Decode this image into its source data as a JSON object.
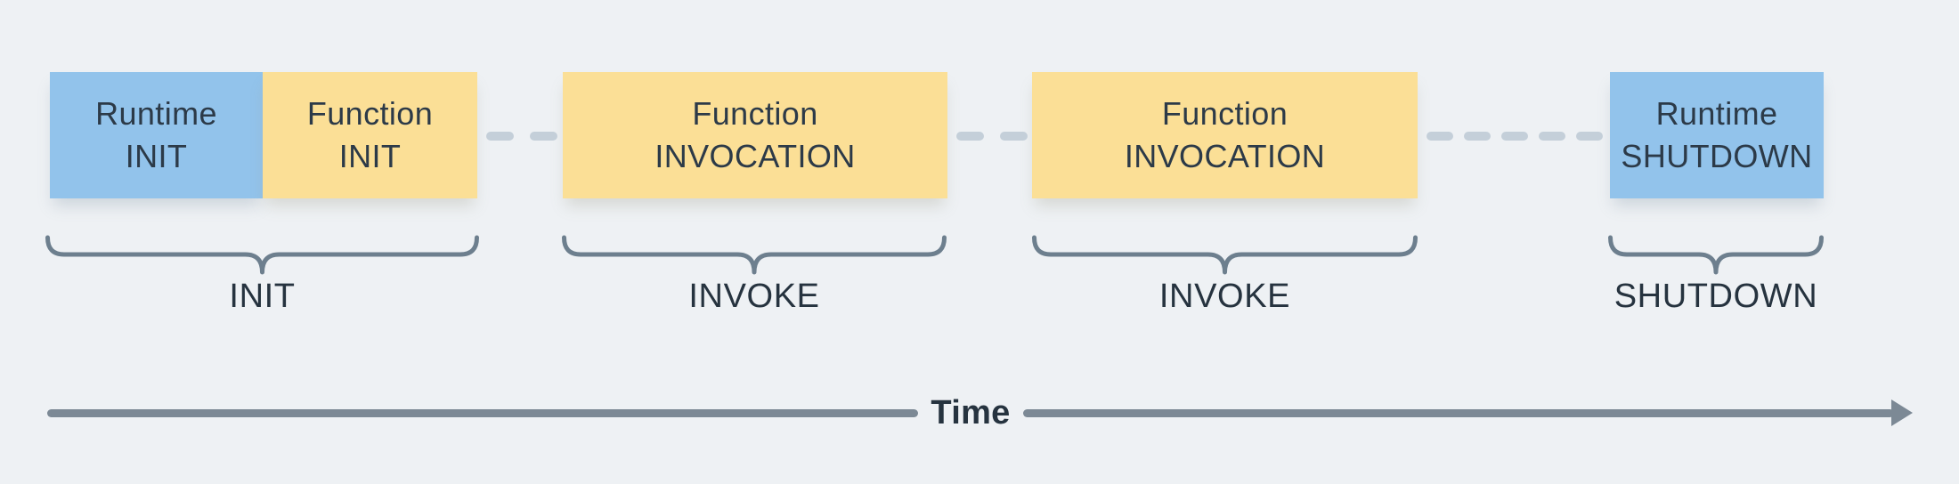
{
  "diagram": {
    "boxes": [
      {
        "name": "runtime-init",
        "line1": "Runtime",
        "line2": "INIT",
        "type": "runtime"
      },
      {
        "name": "function-init",
        "line1": "Function",
        "line2": "INIT",
        "type": "function"
      },
      {
        "name": "function-invocation-1",
        "line1": "Function",
        "line2": "INVOCATION",
        "type": "function"
      },
      {
        "name": "function-invocation-2",
        "line1": "Function",
        "line2": "INVOCATION",
        "type": "function"
      },
      {
        "name": "runtime-shutdown",
        "line1": "Runtime",
        "line2": "SHUTDOWN",
        "type": "runtime"
      }
    ],
    "phases": [
      {
        "label": "INIT"
      },
      {
        "label": "INVOKE"
      },
      {
        "label": "INVOKE"
      },
      {
        "label": "SHUTDOWN"
      }
    ],
    "timeline": {
      "label": "Time"
    },
    "colors": {
      "background": "#eef1f4",
      "runtime_box": "#92c3eb",
      "function_box": "#fbdf96",
      "box_text": "#2c3a48",
      "brace": "#6d7f8e",
      "dash": "#c4cfd9",
      "axis": "#7c8995"
    }
  }
}
